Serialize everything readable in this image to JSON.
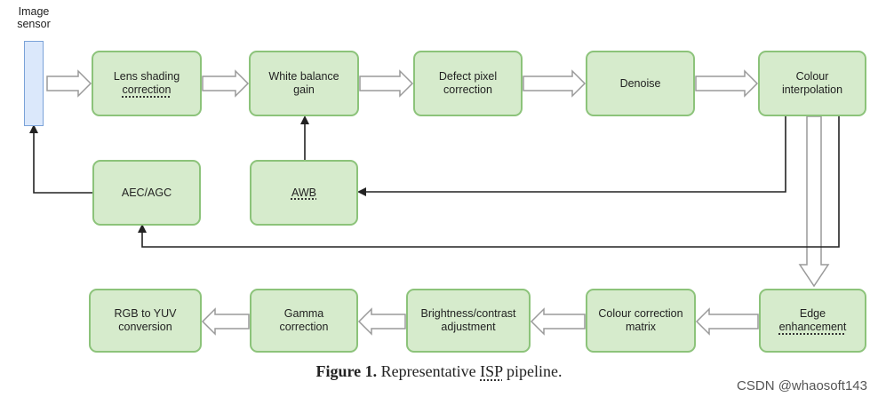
{
  "sensor": {
    "label_line1": "Image",
    "label_line2": "sensor"
  },
  "nodes": {
    "lens_shading": {
      "line1": "Lens shading",
      "line2": "correction"
    },
    "white_balance": {
      "line1": "White balance",
      "line2": "gain"
    },
    "defect_pixel": {
      "line1": "Defect pixel",
      "line2": "correction"
    },
    "denoise": {
      "line1": "Denoise"
    },
    "colour_interp": {
      "line1": "Colour",
      "line2": "interpolation"
    },
    "aec_agc": {
      "line1": "AEC/AGC"
    },
    "awb": {
      "line1": "AWB"
    },
    "rgb_yuv": {
      "line1": "RGB to YUV",
      "line2": "conversion"
    },
    "gamma": {
      "line1": "Gamma",
      "line2": "correction"
    },
    "brightness": {
      "line1": "Brightness/contrast",
      "line2": "adjustment"
    },
    "ccm": {
      "line1": "Colour correction",
      "line2": "matrix"
    },
    "edge": {
      "line1": "Edge",
      "line2": "enhancement"
    }
  },
  "caption": {
    "label": "Figure 1.",
    "text_before": " Representative ",
    "abbr": "ISP",
    "text_after": " pipeline."
  },
  "watermark": "CSDN @whaosoft143",
  "colors": {
    "node_fill": "#d6ebcc",
    "node_border": "#8cc37a",
    "sensor_fill": "#dbe8fb",
    "arrow": "#222222"
  }
}
